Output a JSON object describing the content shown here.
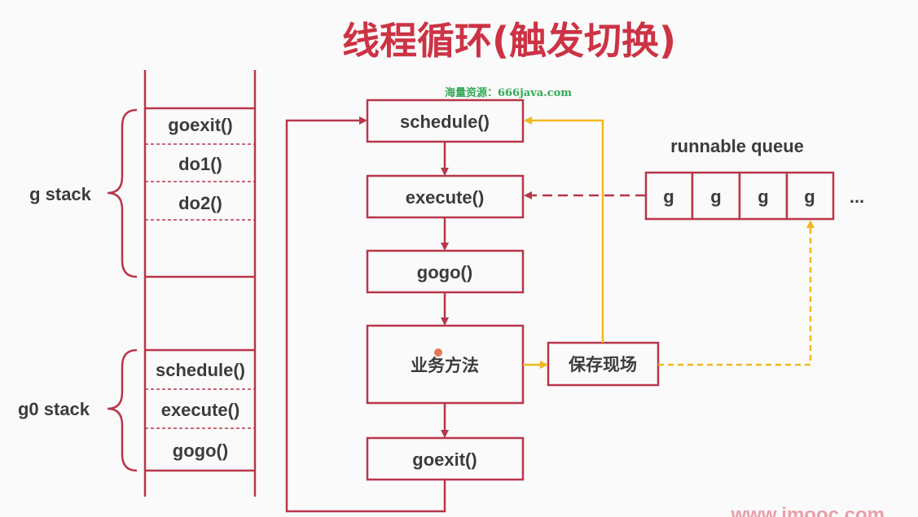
{
  "title": "线程循环(触发切换)",
  "watermark_top": "海量资源：666java.com",
  "watermark_bottom": "www.imooc.com",
  "colors": {
    "red": "#b8364a",
    "yellow": "#f0b81e",
    "title": "#cc3344"
  },
  "g_stack": {
    "label": "g stack",
    "frames": [
      "goexit()",
      "do1()",
      "do2()",
      ""
    ]
  },
  "g0_stack": {
    "label": "g0 stack",
    "frames": [
      "schedule()",
      "execute()",
      "gogo()"
    ]
  },
  "flow": {
    "schedule": "schedule()",
    "execute": "execute()",
    "gogo": "gogo()",
    "business": "业务方法",
    "goexit": "goexit()",
    "save_state": "保存现场"
  },
  "runnable_queue": {
    "label": "runnable queue",
    "items": [
      "g",
      "g",
      "g",
      "g"
    ],
    "more": "..."
  }
}
